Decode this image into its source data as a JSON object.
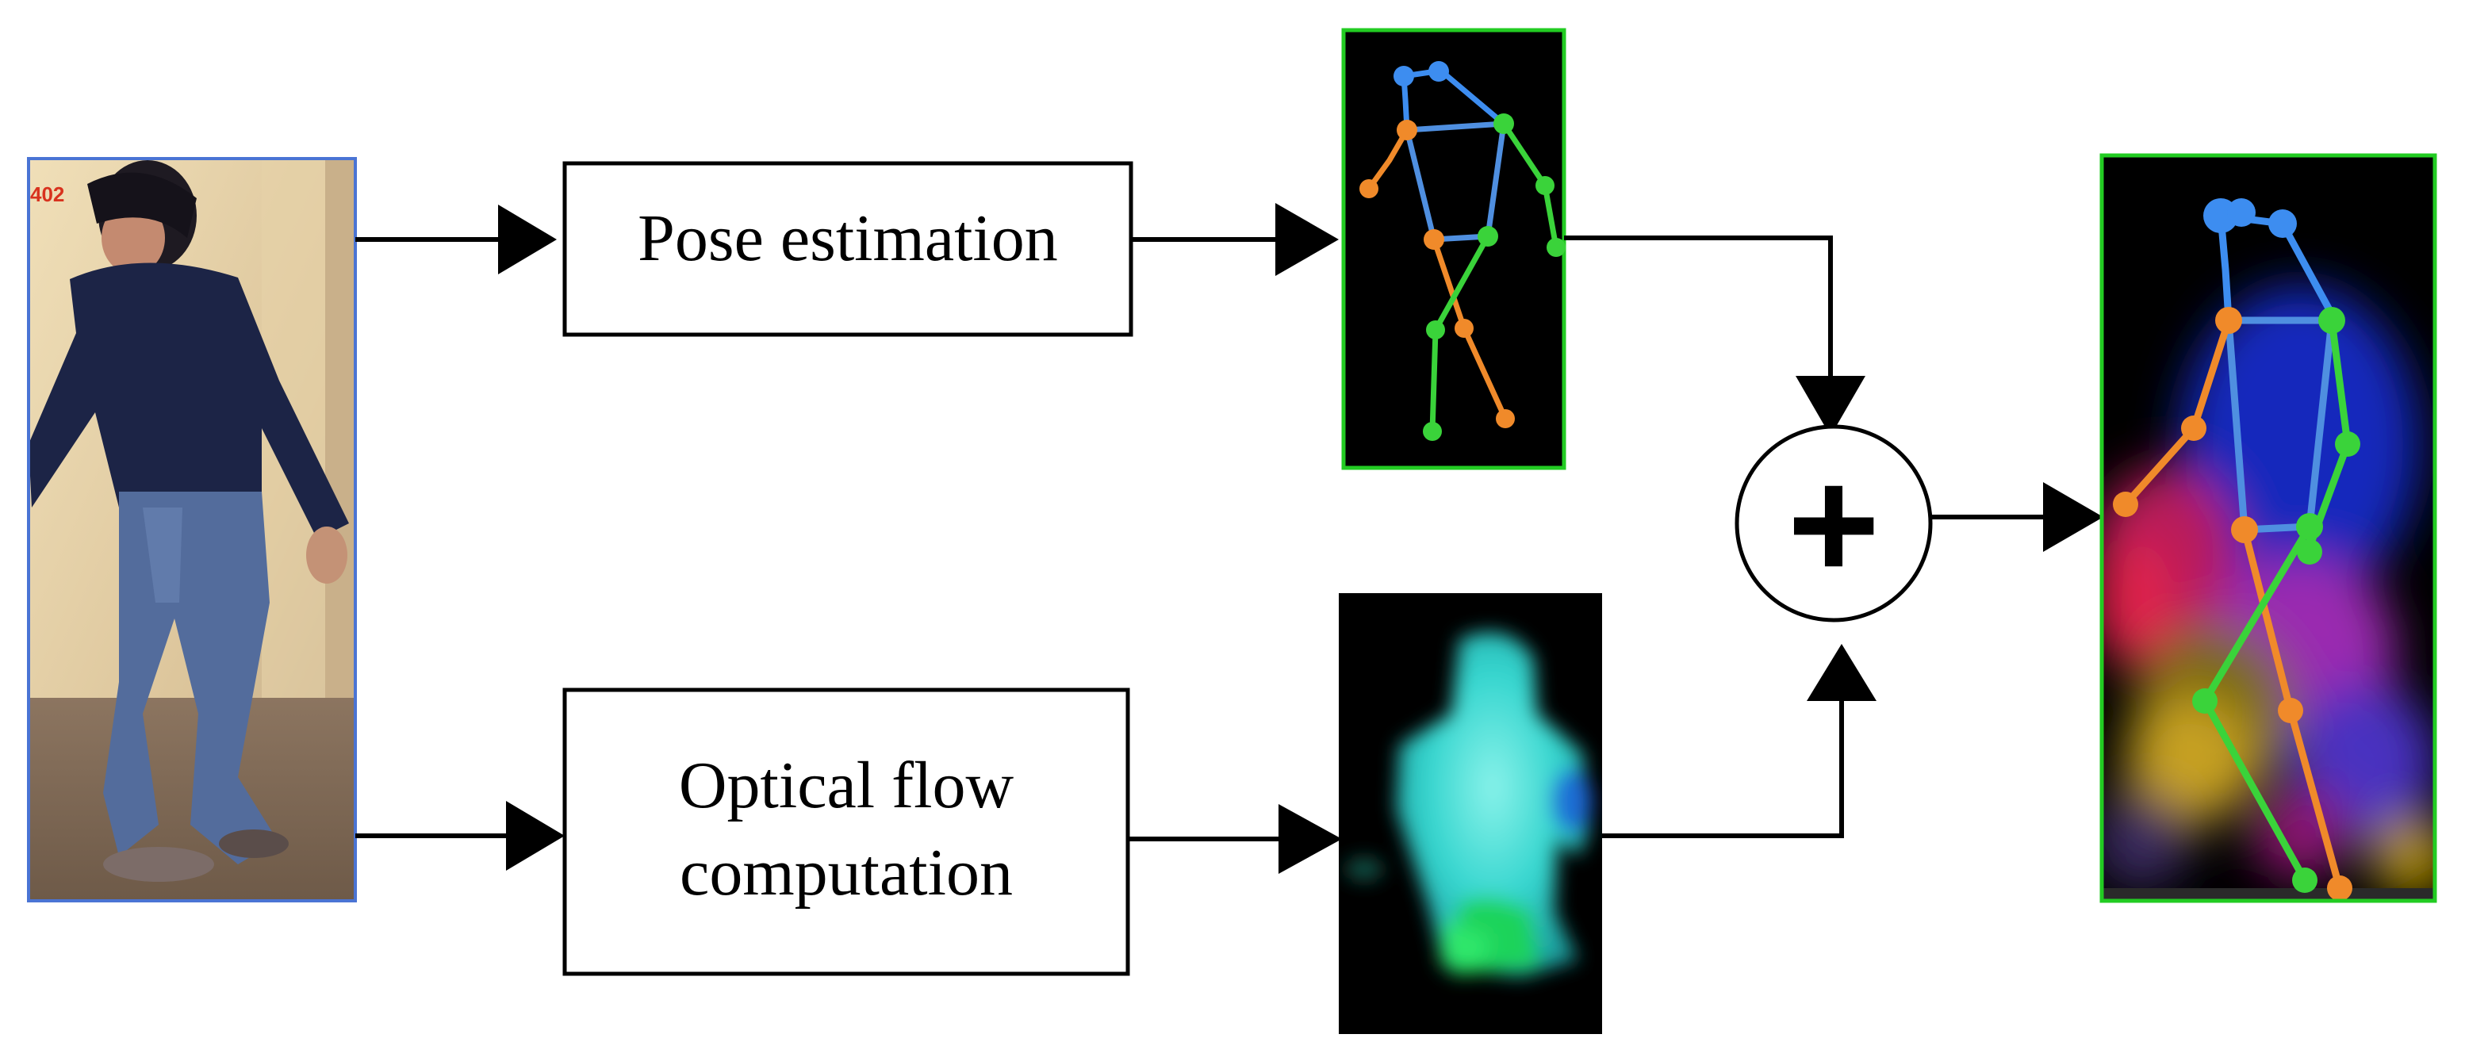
{
  "diagram": {
    "input_image": {
      "frame_id": "402",
      "border_color": "#4a74d4"
    },
    "pose_box": {
      "label": "Pose estimation"
    },
    "flow_box": {
      "label_line1": "Optical flow",
      "label_line2": "computation"
    },
    "pose_image": {
      "border_color": "#22cc22"
    },
    "fusion": {
      "symbol": "+"
    },
    "output_image": {
      "border_color": "#22cc22"
    },
    "skeleton_colors": {
      "head": "#3d8df0",
      "torso": "#4f8fe0",
      "right_limb": "#f08a2a",
      "left_limb": "#3ad33a"
    }
  }
}
